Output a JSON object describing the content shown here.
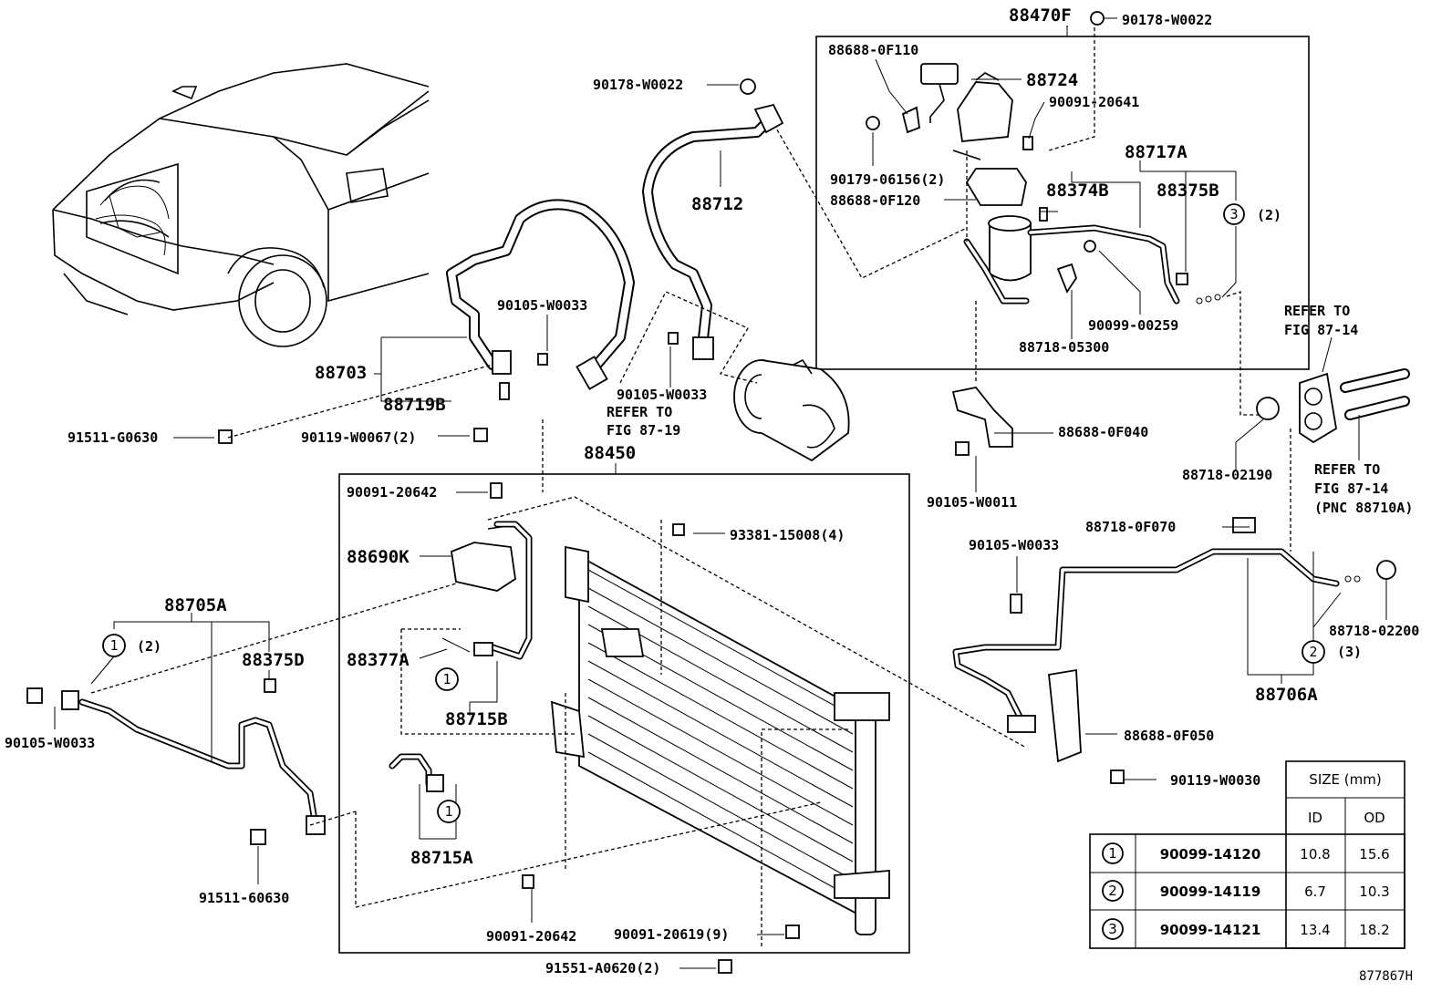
{
  "callouts": {
    "p88470F": "88470F",
    "p90178W0022a": "90178-W0022",
    "p88688_0F110": "88688-0F110",
    "p88724": "88724",
    "p90091_20641": "90091-20641",
    "p90178W0022b": "90178-W0022",
    "p88717A": "88717A",
    "p88712": "88712",
    "p90179_06156": "90179-06156(2)",
    "p88688_0F120": "88688-0F120",
    "p88374B": "88374B",
    "p88375B": "88375B",
    "p3qty": "(2)",
    "p90105W0033a": "90105-W0033",
    "p90099_00259": "90099-00259",
    "p88718_05300": "88718-05300",
    "p88703": "88703",
    "p88719B": "88719B",
    "p90105W0033b": "90105-W0033",
    "referFig8719a": "REFER TO",
    "referFig8719b": "FIG 87-19",
    "p91511G0630": "91511-G0630",
    "p90119W0067": "90119-W0067(2)",
    "p88450": "88450",
    "p88688_0F040": "88688-0F040",
    "p90105W0011": "90105-W0011",
    "referFig8714a_1": "REFER TO",
    "referFig8714a_2": "FIG 87-14",
    "p88718_02190": "88718-02190",
    "referFig8714b_1": "REFER TO",
    "referFig8714b_2": "FIG 87-14",
    "referFig8714b_3": "(PNC 88710A)",
    "p90091_20642a": "90091-20642",
    "p93381_15008": "93381-15008(4)",
    "p88690K": "88690K",
    "p88718_0F070": "88718-0F070",
    "p90105W0033c": "90105-W0033",
    "p88705A": "88705A",
    "p1qtyLeft": "(2)",
    "p88375D": "88375D",
    "p88377A": "88377A",
    "p88715B": "88715B",
    "p90105W0033d": "90105-W0033",
    "p88718_02200": "88718-02200",
    "p2qty": "(3)",
    "p88706A": "88706A",
    "p88688_0F050": "88688-0F050",
    "p90119W0030": "90119-W0030",
    "p88715A": "88715A",
    "p91511_60630": "91511-60630",
    "p90091_20642b": "90091-20642",
    "p90091_20619": "90091-20619(9)",
    "p91551_A0620": "91551-A0620(2)",
    "diagramId": "877867H"
  },
  "circle_markers": [
    "1",
    "2",
    "3"
  ],
  "size_table": {
    "header": "SIZE (mm)",
    "col_id": "ID",
    "col_od": "OD",
    "rows": [
      {
        "mark": "1",
        "part": "90099-14120",
        "id": "10.8",
        "od": "15.6"
      },
      {
        "mark": "2",
        "part": "90099-14119",
        "id": "6.7",
        "od": "10.3"
      },
      {
        "mark": "3",
        "part": "90099-14121",
        "id": "13.4",
        "od": "18.2"
      }
    ]
  }
}
